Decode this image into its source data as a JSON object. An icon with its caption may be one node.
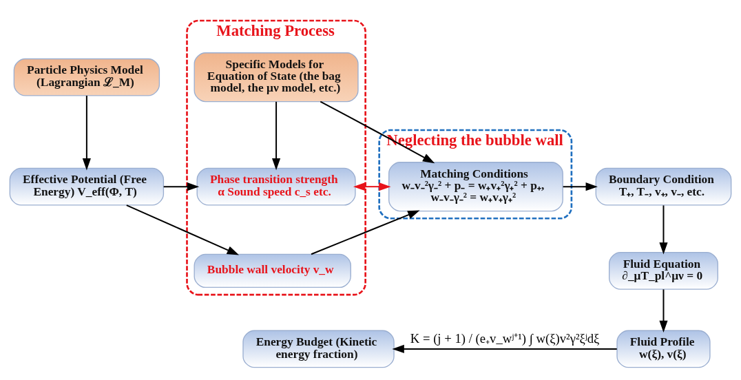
{
  "diagram": {
    "nodes": [
      {
        "text": [
          "Matching Process"
        ]
      },
      {
        "text": [
          "Particle Physics Model (Lagrangian ℒ_M)"
        ]
      },
      {
        "text": [
          "Specific Models for Equation of State (the bag model, the μν model, etc.)"
        ],
        "in": 0
      },
      {
        "text": [
          "Neglecting the bubble wall"
        ]
      },
      {
        "text": [
          "Effective Potential (Free Energy) V_eff(Φ, T)"
        ]
      },
      {
        "text": [
          "Phase transition strength α Sound speed c_s etc."
        ],
        "in": 0
      },
      {
        "text": [
          "Matching Conditions",
          "w₋v₋²γ₋² + p₋ = w₊v₊²γ₊² + p₊,",
          "w₋v₋γ₋² = w₊v₊γ₊²"
        ],
        "in": 3
      },
      {
        "text": [
          "Boundary Condition",
          "T₊, T₋, v₊, v₋, etc."
        ]
      },
      {
        "text": [
          "Bubble wall velocity v_w"
        ],
        "in": 0
      },
      {
        "text": [
          "Fluid Equation",
          "∂_μT_pl^μν = 0"
        ]
      },
      {
        "text": [
          "Energy Budget (Kinetic energy fraction)"
        ]
      },
      {
        "text": [
          "Fluid Profile",
          "w(ξ), v(ξ)"
        ]
      }
    ],
    "edges": [
      {
        "from": 1,
        "to": 4,
        "arrow": "to"
      },
      {
        "from": 2,
        "to": 5,
        "arrow": "to"
      },
      {
        "from": 2,
        "to": 6,
        "arrow": "to"
      },
      {
        "from": 4,
        "to": 5,
        "arrow": "to"
      },
      {
        "from": 5,
        "to": 6,
        "arrow": "both",
        "color": "#e8141b"
      },
      {
        "from": 6,
        "to": 7,
        "arrow": "to"
      },
      {
        "from": 4,
        "to": 8,
        "arrow": "to"
      },
      {
        "from": 8,
        "to": 6,
        "arrow": "to"
      },
      {
        "from": 7,
        "to": 9,
        "arrow": "to"
      },
      {
        "from": 9,
        "to": 11,
        "arrow": "to"
      },
      {
        "from": 11,
        "to": 10,
        "arrow": "to",
        "label": "K = (j + 1) / (e₊v_wʲ⁺¹) ∫ w(ξ)v²γ²ξʲdξ"
      }
    ]
  }
}
